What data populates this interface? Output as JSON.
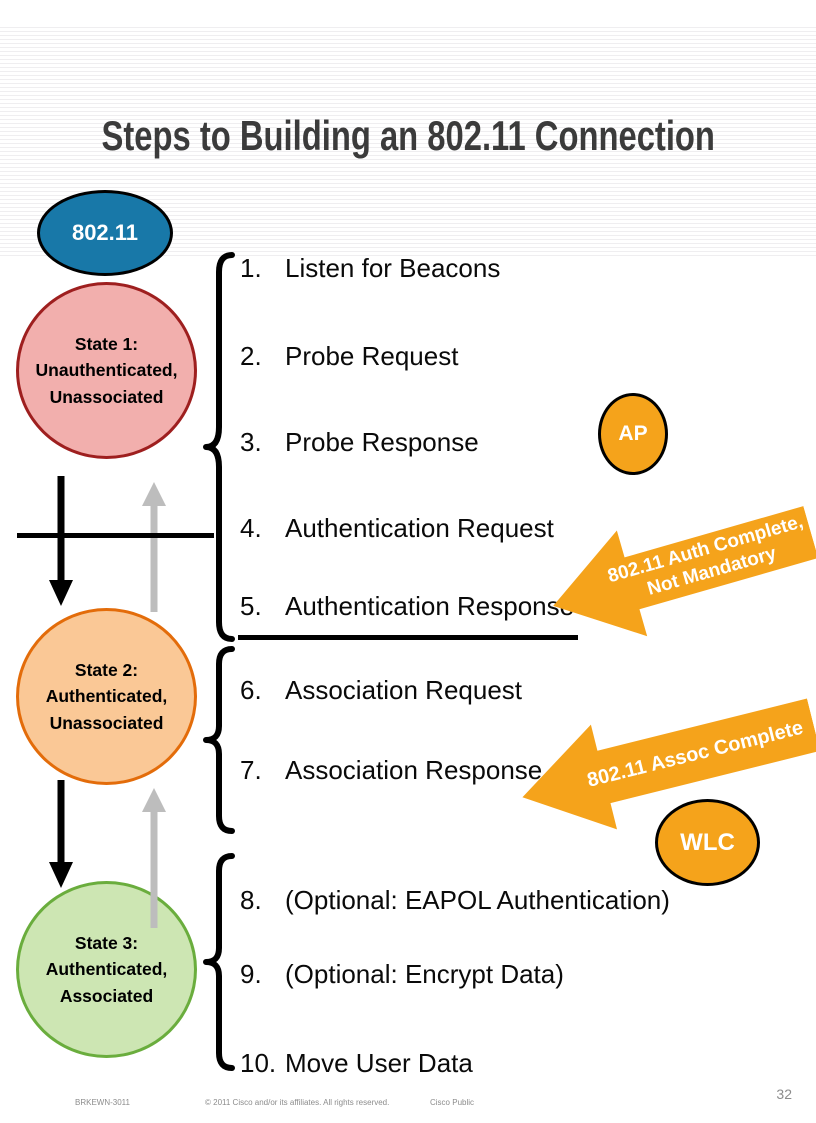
{
  "header": {
    "title": "Steps to Building an 802.11 Connection"
  },
  "nodes": {
    "protocol": {
      "label": "802.11"
    },
    "state1": {
      "lines": [
        "State 1:",
        "Unauthenticated,",
        "Unassociated"
      ]
    },
    "state2": {
      "lines": [
        "State 2:",
        "Authenticated,",
        "Unassociated"
      ]
    },
    "state3": {
      "lines": [
        "State 3:",
        "Authenticated,",
        "Associated"
      ]
    },
    "ap": {
      "label": "AP"
    },
    "wlc": {
      "label": "WLC"
    }
  },
  "steps": [
    {
      "num": "1.",
      "label": "Listen for Beacons"
    },
    {
      "num": "2.",
      "label": "Probe Request"
    },
    {
      "num": "3.",
      "label": "Probe Response"
    },
    {
      "num": "4.",
      "label": "Authentication Request"
    },
    {
      "num": "5.",
      "label": "Authentication Response"
    },
    {
      "num": "6.",
      "label": "Association Request"
    },
    {
      "num": "7.",
      "label": "Association Response"
    },
    {
      "num": "8.",
      "label": "(Optional: EAPOL Authentication)"
    },
    {
      "num": "9.",
      "label": "(Optional: Encrypt Data)"
    },
    {
      "num": "10.",
      "label": "Move User Data"
    }
  ],
  "callouts": {
    "auth": {
      "line1": "802.11 Auth Complete,",
      "line2": "Not Mandatory"
    },
    "assoc": {
      "line1": "802.11 Assoc Complete"
    }
  },
  "footer": {
    "deck_id": "BRKEWN-3011",
    "copyright": "© 2011 Cisco and/or its affiliates. All rights reserved.",
    "classification": "Cisco Public",
    "page_number": "32"
  },
  "colors": {
    "protocol_fill": "#1878A8",
    "state1_fill": "#F2AFAD",
    "state1_border": "#9E1F1F",
    "state2_fill": "#FAC896",
    "state2_border": "#E36C0A",
    "state3_fill": "#CDE6B3",
    "state3_border": "#6AAD3D",
    "accent_orange": "#F5A31B",
    "flow_gray": "#BDBDBD",
    "title_color": "#3B3B3B"
  }
}
